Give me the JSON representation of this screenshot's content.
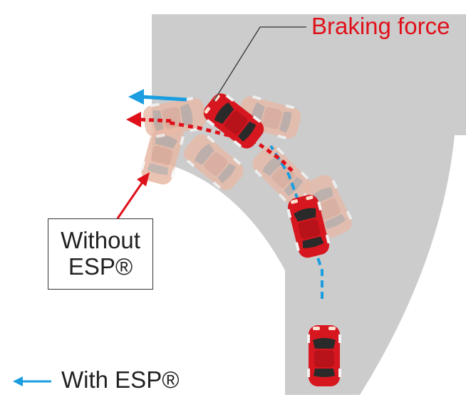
{
  "labels": {
    "braking_force": "Braking force",
    "without_line1": "Without",
    "without_line2": "ESP®",
    "with_esp": "With ESP®"
  },
  "colors": {
    "road": "#cccccc",
    "car_body": "#d7171f",
    "car_ghost": "#e8b9a6",
    "with_esp_arrow": "#1a9ee0",
    "without_esp_arrow": "#e0101a",
    "braking_label": "#e0101a",
    "text": "#222222"
  },
  "icons": {
    "car": "car-icon",
    "arrow": "arrow-left-icon"
  }
}
